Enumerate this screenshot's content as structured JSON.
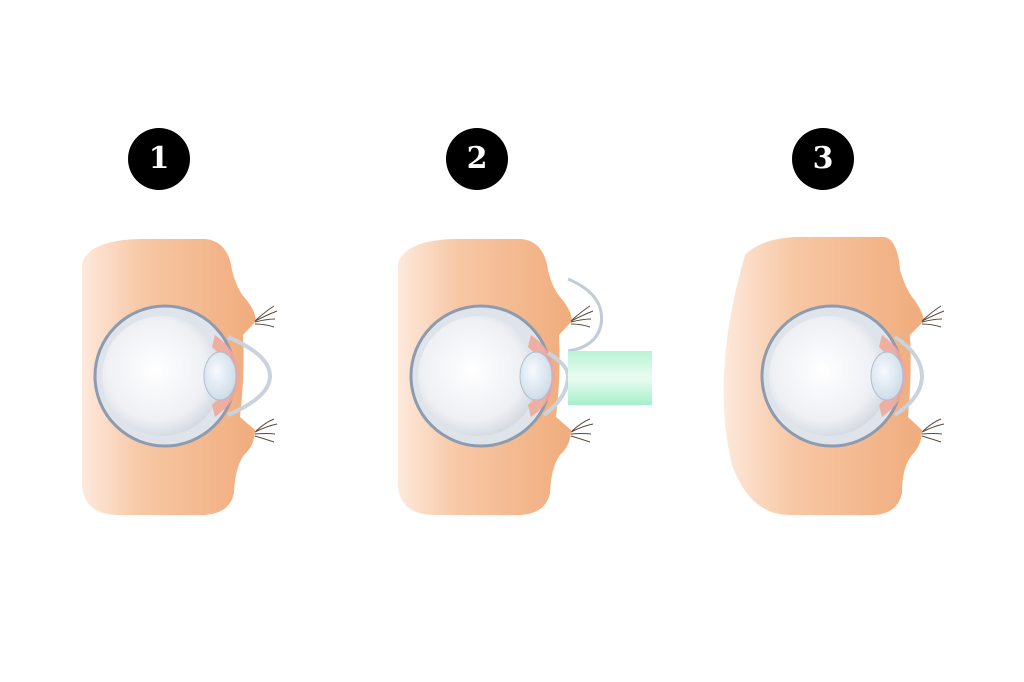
{
  "steps": [
    {
      "number": "1",
      "icon": "eye-cross-section-icon"
    },
    {
      "number": "2",
      "icon": "eye-cross-section-laser-icon"
    },
    {
      "number": "3",
      "icon": "eye-cross-section-reshaped-cornea-icon"
    }
  ],
  "colors": {
    "skin": "#f2b487",
    "skin_light": "#fbe7d9",
    "sclera": "#e9ebef",
    "sclera_edge": "#8d9bb0",
    "lens": "#dfe9f2",
    "iris": "#f0a79a",
    "laser": "#aef3d1",
    "badge": "#000000"
  }
}
